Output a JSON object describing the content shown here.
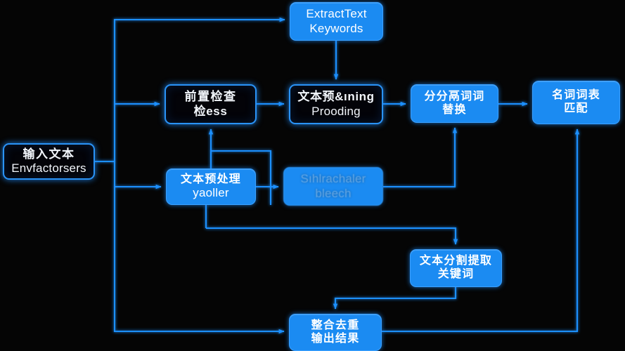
{
  "diagram": {
    "title": "Text processing flow",
    "background_color": "#000000",
    "accent_color": "#1b8bf2",
    "edge_color": "#1e90ff",
    "nodes": [
      {
        "id": "input",
        "line1": "输入文本",
        "line2": "Envfactorsers",
        "style": "outline"
      },
      {
        "id": "extract",
        "line1": "ExtractText",
        "line2": "Keywords",
        "style": "filled"
      },
      {
        "id": "precheck",
        "line1": "前置检查",
        "line2": "检ess",
        "style": "outline"
      },
      {
        "id": "pretrain",
        "line1": "文本预&ıning",
        "line2": "Prooding",
        "style": "outline"
      },
      {
        "id": "segment",
        "line1": "分分鬲词词",
        "line2": "替换",
        "style": "filled"
      },
      {
        "id": "noun",
        "line1": "名词词表",
        "line2": "匹配",
        "style": "filled"
      },
      {
        "id": "preproc",
        "line1": "文本预处理",
        "line2": "yaoller",
        "style": "filled"
      },
      {
        "id": "sub",
        "line1": "Sıhlrachaler",
        "line2": "bleech",
        "style": "faded"
      },
      {
        "id": "split",
        "line1": "文本分割提取",
        "line2": "关键词",
        "style": "filled"
      },
      {
        "id": "merge",
        "line1": "整合去重",
        "line2": "输出结果",
        "style": "filled"
      }
    ],
    "edges": [
      {
        "from": "input",
        "to": "extract"
      },
      {
        "from": "input",
        "to": "precheck"
      },
      {
        "from": "input",
        "to": "preproc"
      },
      {
        "from": "input",
        "to": "merge"
      },
      {
        "from": "extract",
        "to": "pretrain"
      },
      {
        "from": "precheck",
        "to": "pretrain"
      },
      {
        "from": "pretrain",
        "to": "segment"
      },
      {
        "from": "segment",
        "to": "noun"
      },
      {
        "from": "preproc",
        "to": "precheck"
      },
      {
        "from": "preproc",
        "to": "sub"
      },
      {
        "from": "sub",
        "to": "segment"
      },
      {
        "from": "sub",
        "to": "preproc"
      },
      {
        "from": "sub",
        "to": "split"
      },
      {
        "from": "split",
        "to": "merge"
      },
      {
        "from": "merge",
        "to": "noun"
      }
    ]
  }
}
